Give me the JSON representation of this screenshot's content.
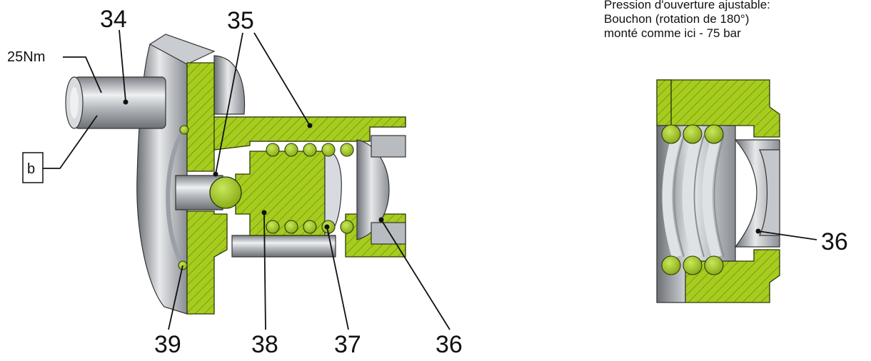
{
  "labels": {
    "part34": "34",
    "part35": "35",
    "part36_main": "36",
    "part36_detail": "36",
    "part37": "37",
    "part38": "38",
    "part39": "39",
    "torque": "25Nm",
    "box_b": "b"
  },
  "note": {
    "line1": "Pression d'ouverture ajustable:",
    "line2": "Bouchon (rotation de 180°)",
    "line3": "monté comme ici - 75 bar"
  },
  "colors": {
    "section_green": "#a6cc1e",
    "hatch_line": "#5a7a10",
    "steel_light": "#e6e8ea",
    "steel_mid": "#a9adb2",
    "steel_dark": "#6c7075"
  }
}
